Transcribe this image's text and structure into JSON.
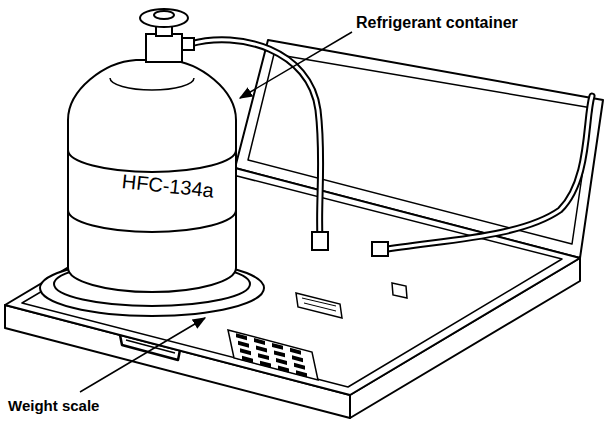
{
  "diagram": {
    "labels": [
      "Refrigerant container",
      "HFC-134a",
      "Weight scale"
    ]
  }
}
